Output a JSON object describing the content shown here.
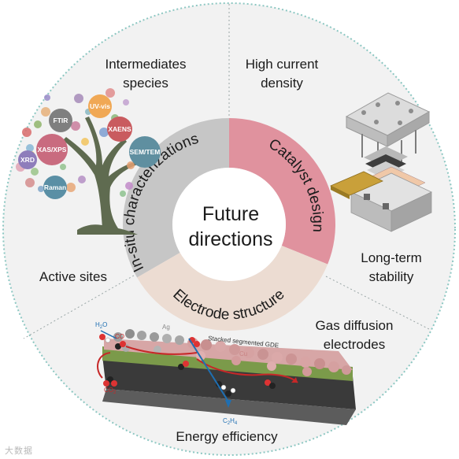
{
  "center": {
    "line1": "Future",
    "line2": "directions"
  },
  "ring": {
    "in_situ": "In-situ characterizations",
    "catalyst": "Catalyst design",
    "electrode": "Electrode structure",
    "colors": {
      "in_situ": "#c6c6c6",
      "catalyst": "#e0929e",
      "electrode": "#ecdcd2"
    }
  },
  "outer_labels": {
    "intermediates_1": "Intermediates",
    "intermediates_2": "species",
    "high_current_1": "High current",
    "high_current_2": "density",
    "long_term_1": "Long-term",
    "long_term_2": "stability",
    "active_sites": "Active sites",
    "gas_diffusion_1": "Gas diffusion",
    "gas_diffusion_2": "electrodes",
    "energy_efficiency": "Energy efficiency"
  },
  "techniques": {
    "uv_vis": "UV-vis",
    "ftir": "FTIR",
    "xaens": "XAENS",
    "xas_xps": "XAS/XPS",
    "sem_tem": "SEM/TEM",
    "xrd": "XRD",
    "raman": "Raman"
  },
  "gde": {
    "h2o_main": "H",
    "h2o_sub": "2",
    "h2o_end": "O",
    "co": "CO",
    "co2_main": "CO",
    "co2_sub": "2",
    "ag": "Ag",
    "cu": "Cu",
    "stacked": "Stacked segmented GDE",
    "c2h4_a": "C",
    "c2h4_b": "2",
    "c2h4_c": "H",
    "c2h4_d": "4"
  },
  "watermark": "大数据",
  "colors": {
    "border": "#8cc7c2",
    "background": "#f2f2f2"
  }
}
